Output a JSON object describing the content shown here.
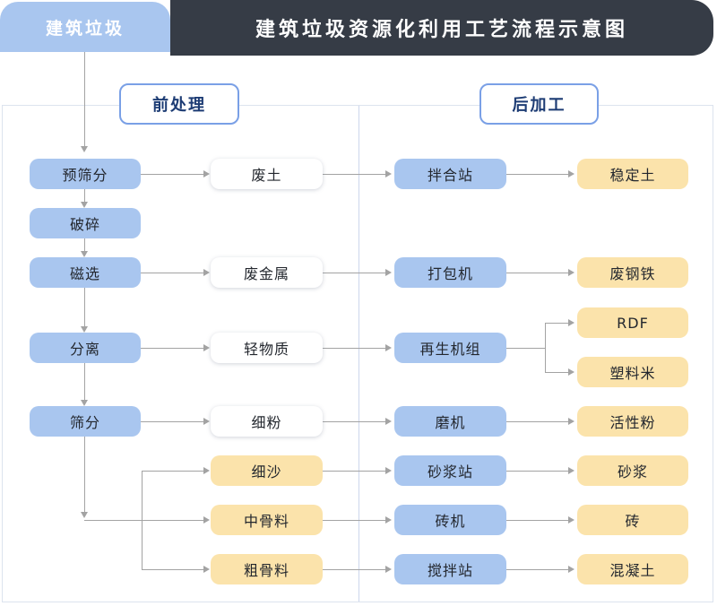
{
  "header": {
    "tab": "建筑垃圾",
    "title": "建筑垃圾资源化利用工艺流程示意图"
  },
  "sections": {
    "pre": "前处理",
    "post": "后加工"
  },
  "columns": {
    "process": [
      "预筛分",
      "破碎",
      "磁选",
      "分离",
      "筛分"
    ],
    "materials": [
      "废土",
      "废金属",
      "轻物质",
      "细粉",
      "细沙",
      "中骨料",
      "粗骨料"
    ],
    "equipment": [
      "拌合站",
      "打包机",
      "再生机组",
      "磨机",
      "砂浆站",
      "砖机",
      "搅拌站"
    ],
    "products": [
      "稳定土",
      "废钢铁",
      "RDF",
      "塑料米",
      "活性粉",
      "砂浆",
      "砖",
      "混凝土"
    ]
  },
  "colors": {
    "header_bar": "#363c46",
    "tab_and_process_node": "#a9c6ef",
    "product_node": "#fbe3ab",
    "intermediate_node": "#ffffff",
    "section_border": "#7aa0e6",
    "section_text": "#1d3c74",
    "arrow": "#a3a3a3",
    "frame_border": "#dce3ee"
  }
}
